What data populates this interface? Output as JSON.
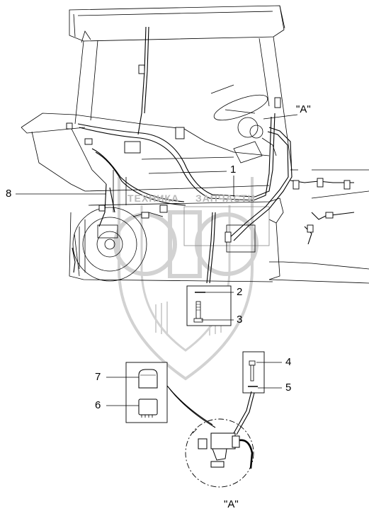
{
  "callouts": {
    "c1": "1",
    "c2": "2",
    "c3": "3",
    "c4": "4",
    "c5": "5",
    "c6": "6",
    "c7": "7",
    "c8": "8"
  },
  "view_labels": {
    "top": "\"A\"",
    "bottom": "\"A\""
  },
  "watermark": {
    "left": "ТЕХНИКА",
    "right": "ЗАПЧАСТИ"
  },
  "colors": {
    "line": "#000000",
    "faint": "#9a9a9a",
    "watermark": "#c8c8c8"
  }
}
